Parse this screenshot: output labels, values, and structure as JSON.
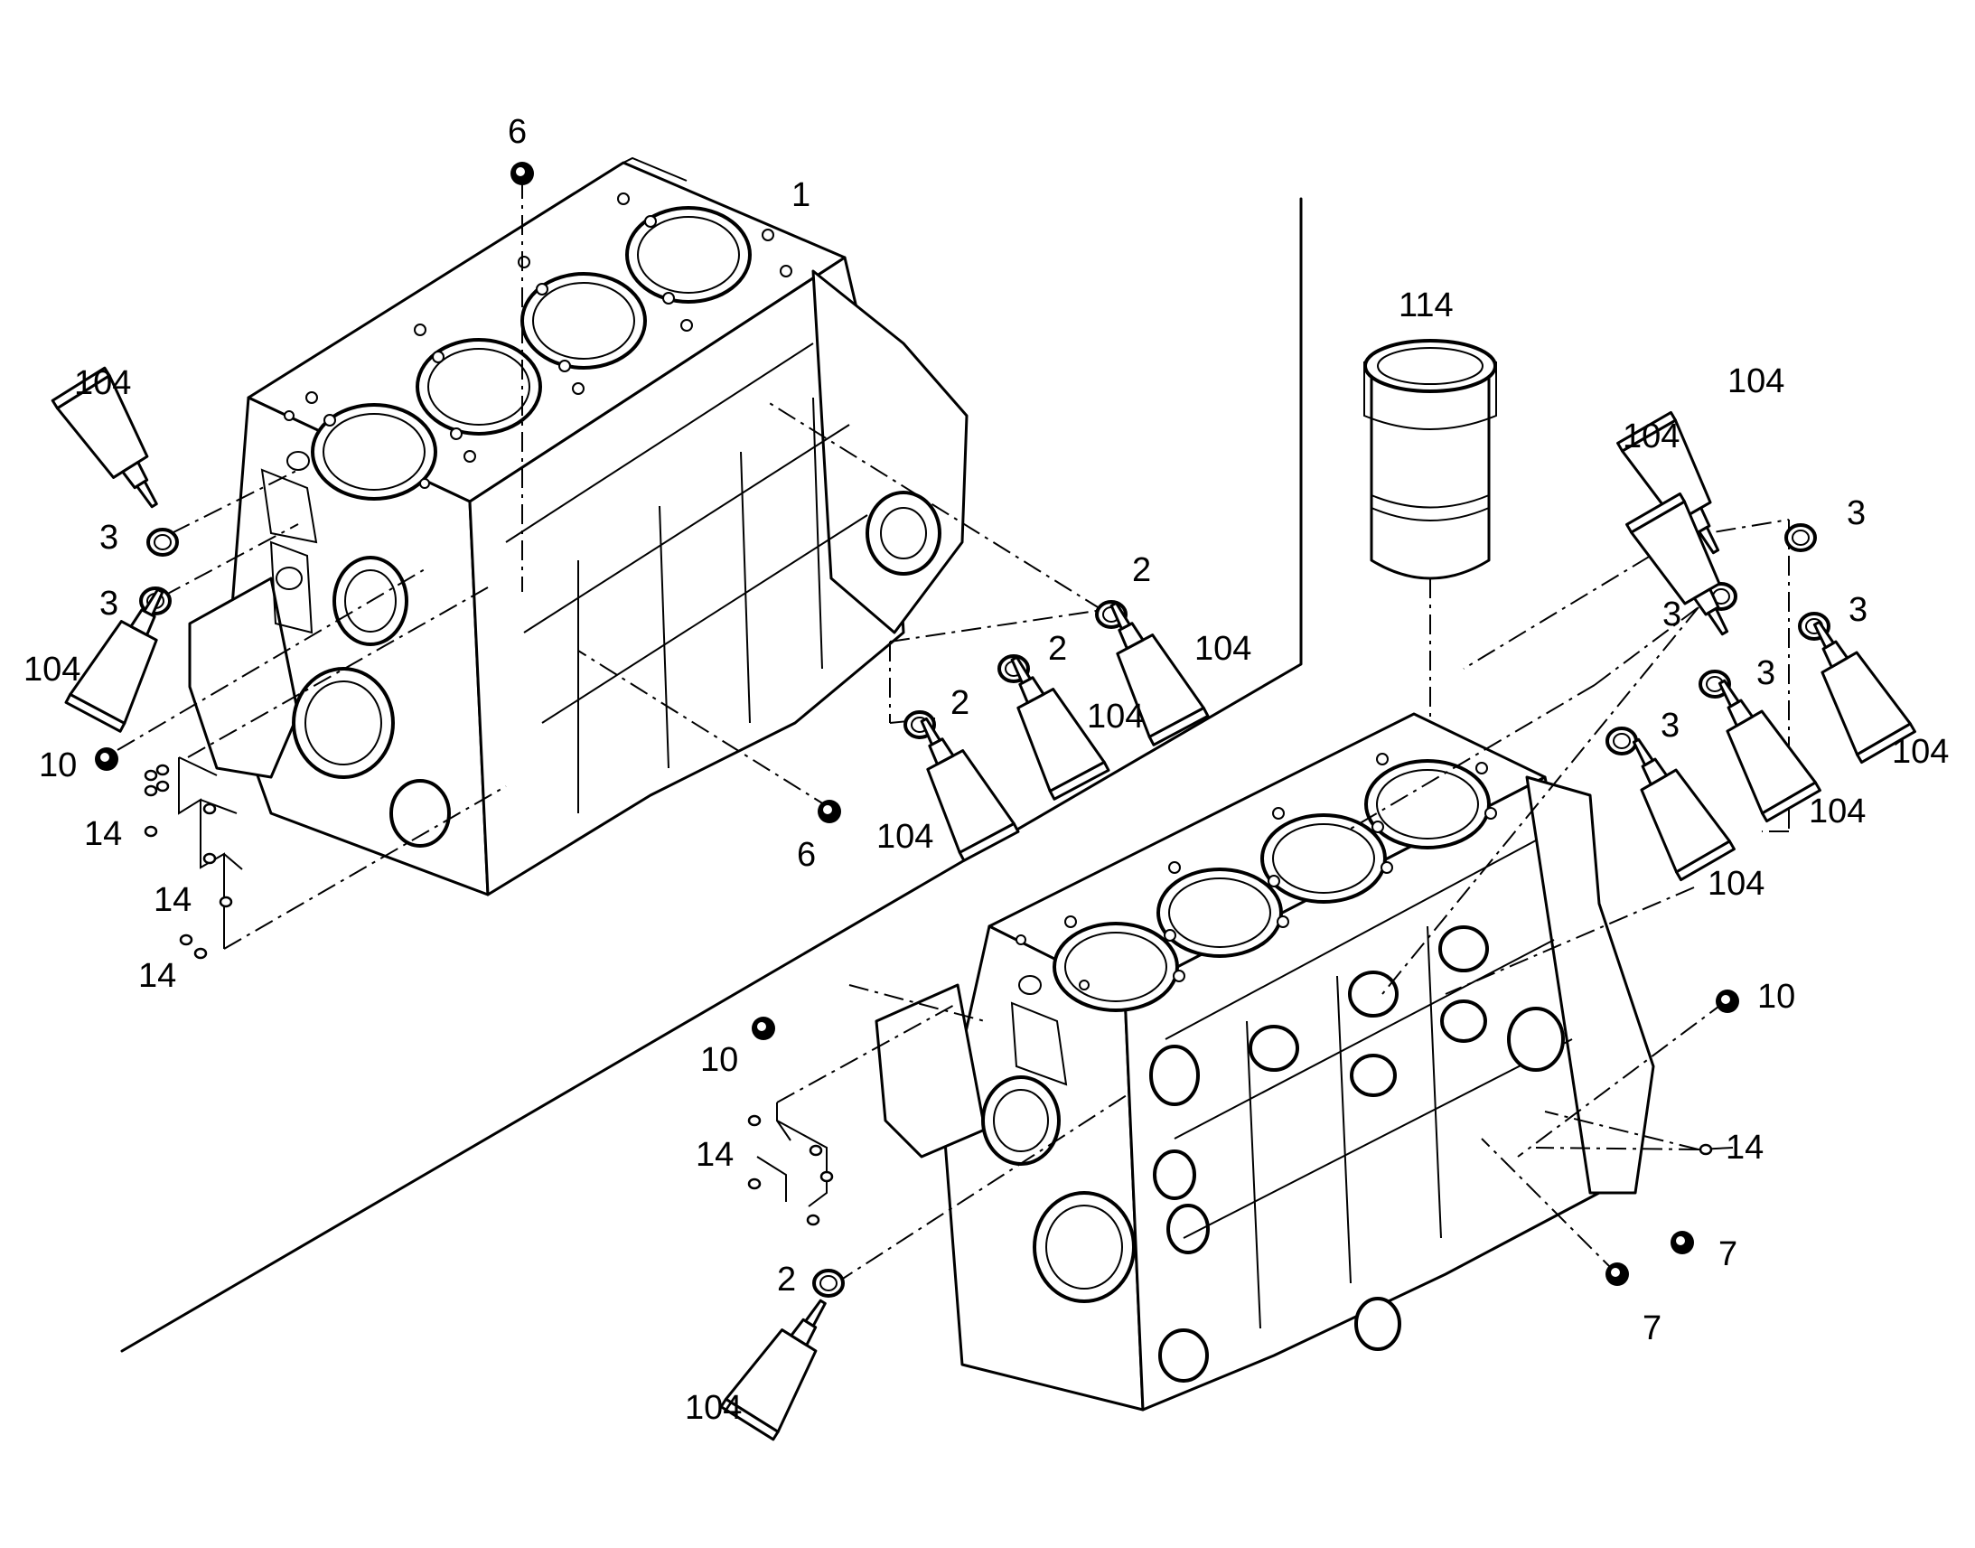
{
  "diagram": {
    "callouts": {
      "c1": "1",
      "c6a": "6",
      "c6b": "6",
      "c104a": "104",
      "c3a": "3",
      "c3b": "3",
      "c104b": "104",
      "c10a": "10",
      "c14a": "14",
      "c14b": "14",
      "c14c": "14",
      "c2a": "2",
      "c104c": "104",
      "c2b": "2",
      "c104d": "104",
      "c2c": "2",
      "c104e": "104",
      "c114": "114",
      "c104f": "104",
      "c104g": "104",
      "c3c": "3",
      "c3d": "3",
      "c3e": "3",
      "c3f": "3",
      "c3g": "3",
      "c104h": "104",
      "c104i": "104",
      "c104j": "104",
      "c10b": "10",
      "c10c": "10",
      "c14d": "14",
      "c14e": "14",
      "c2d": "2",
      "c104k": "104",
      "c7a": "7",
      "c7b": "7"
    }
  }
}
